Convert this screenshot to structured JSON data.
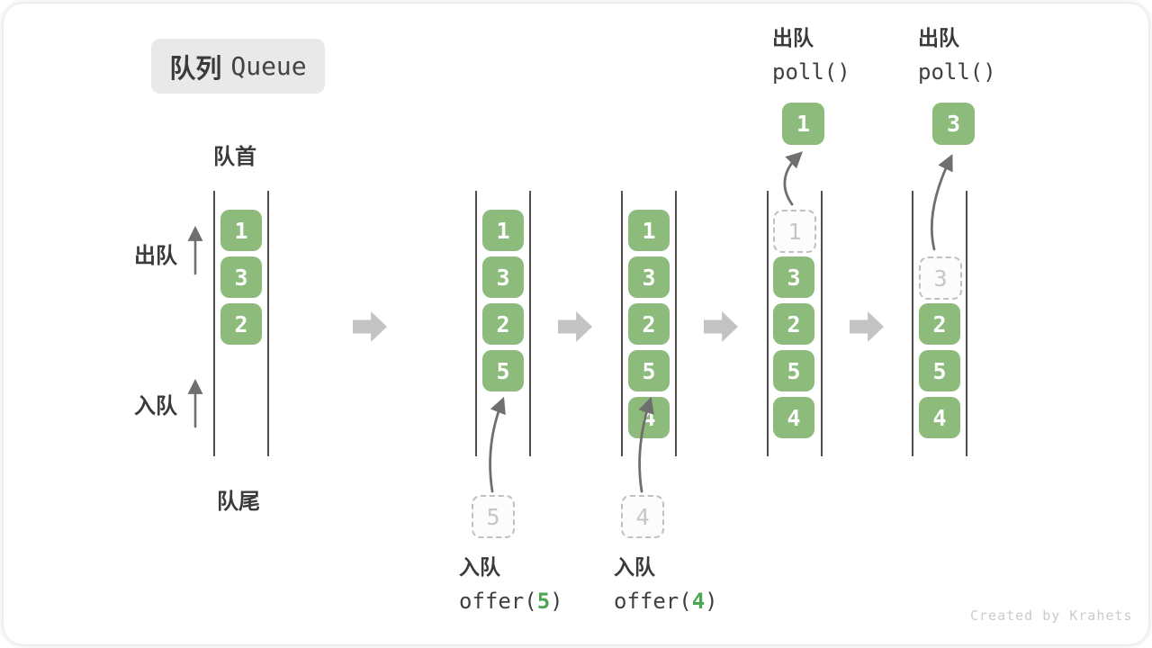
{
  "title": {
    "zh": "队列",
    "en": "Queue"
  },
  "side": {
    "front": "队首",
    "rear": "队尾",
    "dequeue": "出队",
    "enqueue": "入队"
  },
  "queues": {
    "q1": {
      "items": [
        "1",
        "3",
        "2"
      ]
    },
    "q2": {
      "items": [
        "1",
        "3",
        "2",
        "5"
      ],
      "incoming": "5"
    },
    "q3": {
      "items": [
        "1",
        "3",
        "2",
        "5",
        "4"
      ],
      "incoming": "4"
    },
    "q4": {
      "removed": "1",
      "items": [
        "3",
        "2",
        "5",
        "4"
      ],
      "popped": "1"
    },
    "q5": {
      "removed": "3",
      "items": [
        "2",
        "5",
        "4"
      ],
      "popped": "3"
    }
  },
  "ops": {
    "enq5": {
      "action": "入队",
      "code_open": "offer(",
      "arg": "5",
      "code_close": ")"
    },
    "enq4": {
      "action": "入队",
      "code_open": "offer(",
      "arg": "4",
      "code_close": ")"
    },
    "deq1": {
      "action": "出队",
      "code": "poll()"
    },
    "deq3": {
      "action": "出队",
      "code": "poll()"
    }
  },
  "watermark": "Created by Krahets",
  "colors": {
    "box_green": "#8cbb7c",
    "code_green": "#4ca653",
    "block_arrow_gray": "#c3c3c3",
    "queue_line": "#4f4f4f",
    "text_dark": "#3a3a3a",
    "dashed_border": "#c0c0c0",
    "title_bg": "#e9e9e9",
    "watermark_gray": "#cbcbcb"
  }
}
